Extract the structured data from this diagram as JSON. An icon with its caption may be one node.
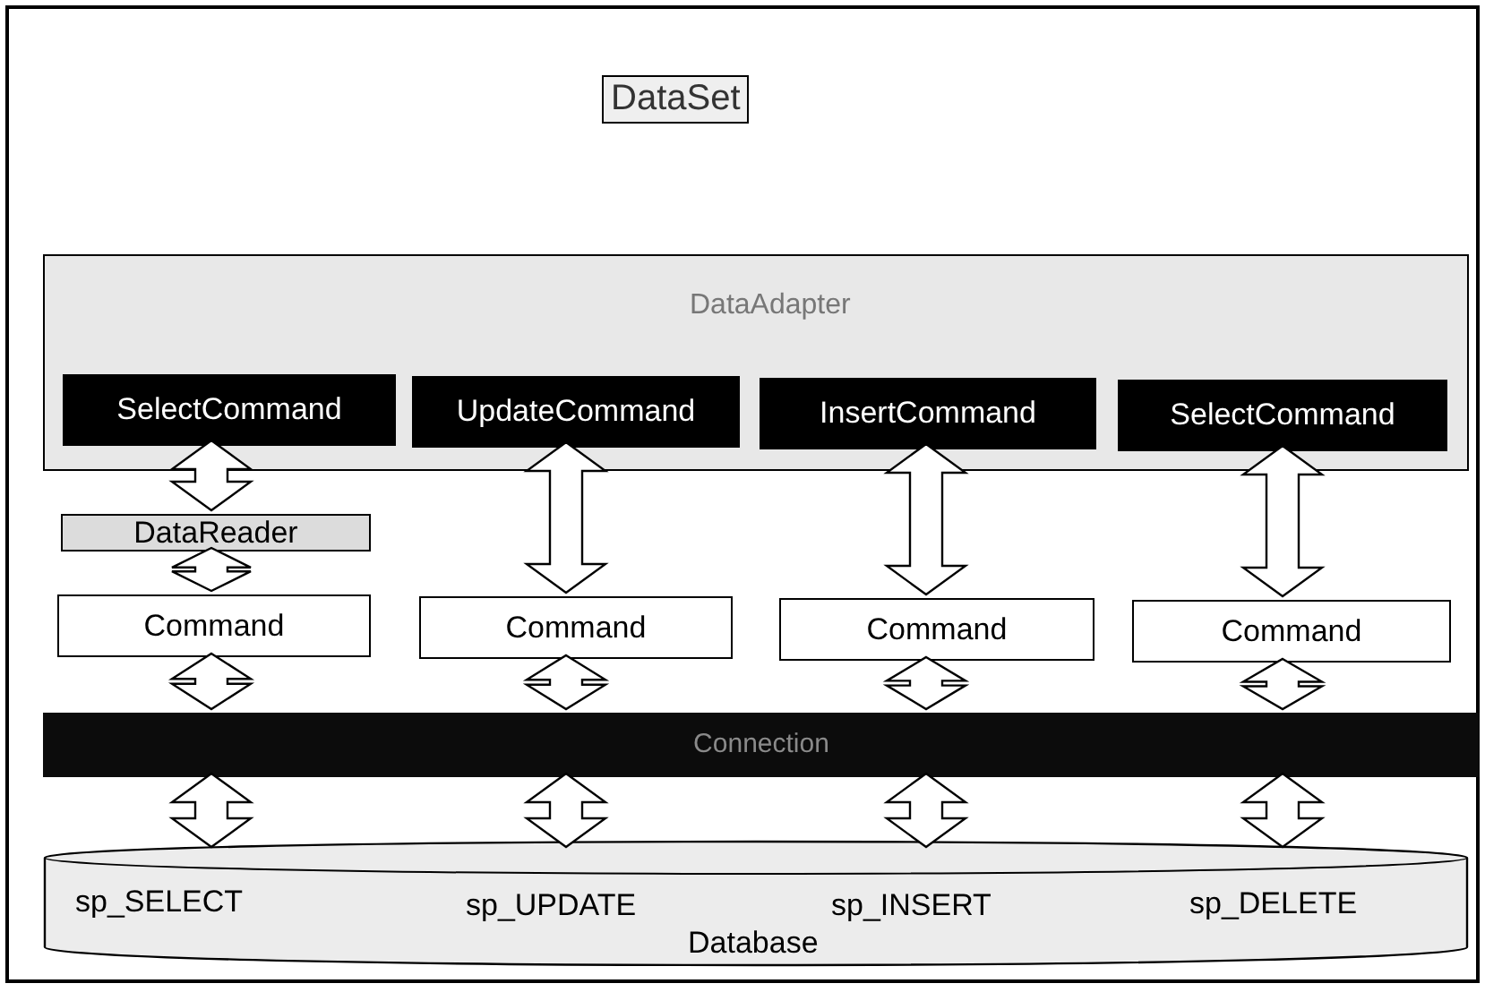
{
  "diagram": {
    "nodes": [
      {
        "text": [
          "DataSet"
        ]
      },
      {
        "text": [
          "DataAdapter"
        ],
        "in": 0
      },
      {
        "text": [
          "SelectCommand"
        ],
        "in": 1
      },
      {
        "text": [
          "UpdateCommand"
        ],
        "in": 1
      },
      {
        "text": [
          "InsertCommand"
        ],
        "in": 1
      },
      {
        "text": [
          "SelectCommand"
        ],
        "in": 1
      },
      {
        "text": [
          "DataReader"
        ],
        "in": 0
      },
      {
        "text": [
          "Command"
        ],
        "in": 0
      },
      {
        "text": [
          "Command"
        ],
        "in": 0
      },
      {
        "text": [
          "Command"
        ],
        "in": 0
      },
      {
        "text": [
          "Command"
        ],
        "in": 0
      },
      {
        "text": [
          "Connection"
        ],
        "in": 0
      },
      {
        "text": [
          "sp_SELECT",
          "sp_UPDATE",
          "sp_INSERT",
          "sp_DELETE",
          "Database"
        ],
        "in": 0
      }
    ],
    "edges": [
      {
        "from": 2,
        "to": 6,
        "arrow": "both"
      },
      {
        "from": 6,
        "to": 7,
        "arrow": "both"
      },
      {
        "from": 3,
        "to": 8,
        "arrow": "both"
      },
      {
        "from": 4,
        "to": 9,
        "arrow": "both"
      },
      {
        "from": 5,
        "to": 10,
        "arrow": "both"
      },
      {
        "from": 7,
        "to": 11,
        "arrow": "both"
      },
      {
        "from": 8,
        "to": 11,
        "arrow": "both"
      },
      {
        "from": 9,
        "to": 11,
        "arrow": "both"
      },
      {
        "from": 10,
        "to": 11,
        "arrow": "both"
      },
      {
        "from": 11,
        "to": 12,
        "arrow": "both"
      },
      {
        "from": 11,
        "to": 12,
        "arrow": "both"
      },
      {
        "from": 11,
        "to": 12,
        "arrow": "both"
      },
      {
        "from": 11,
        "to": 12,
        "arrow": "both"
      }
    ]
  }
}
